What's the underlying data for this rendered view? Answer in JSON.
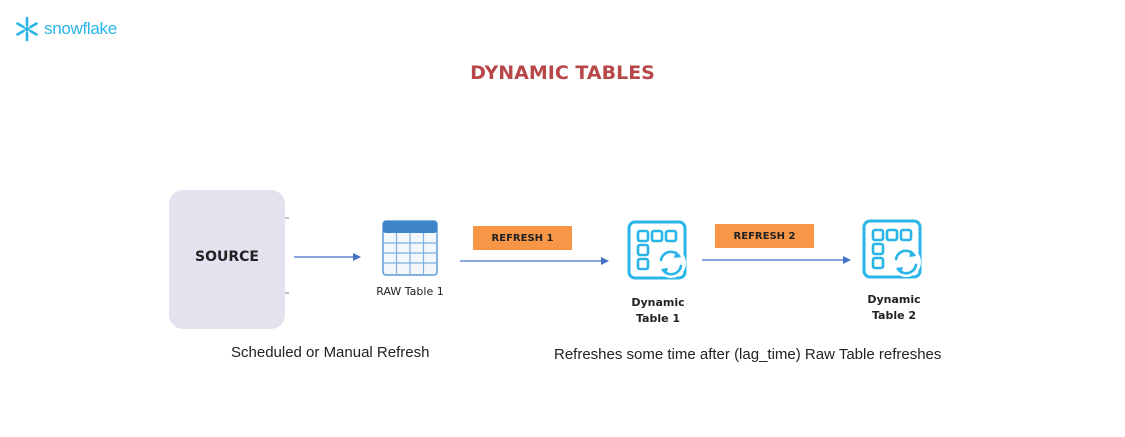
{
  "logo": {
    "text": "snowflake",
    "icon": "snowflake-icon",
    "color": "#29b5e8"
  },
  "title": "DYNAMIC TABLES",
  "colors": {
    "title": "#b8474a",
    "source_box": "#e6e1ee",
    "badge": "#f79646",
    "arrow": "#4472c4",
    "icon": "#29b5e8"
  },
  "source": {
    "label": "SOURCE"
  },
  "raw_table": {
    "label": "RAW Table 1",
    "icon": "table-grid-icon"
  },
  "refresh_1": {
    "label": "REFRESH 1"
  },
  "refresh_2": {
    "label": "REFRESH  2"
  },
  "dynamic_table_1": {
    "line1": "Dynamic",
    "line2": "Table 1",
    "icon": "dynamic-table-icon"
  },
  "dynamic_table_2": {
    "line1": "Dynamic",
    "line2": "Table 2",
    "icon": "dynamic-table-icon"
  },
  "captions": {
    "left": "Scheduled or Manual Refresh",
    "right": "Refreshes some time after (lag_time)  Raw Table refreshes"
  }
}
